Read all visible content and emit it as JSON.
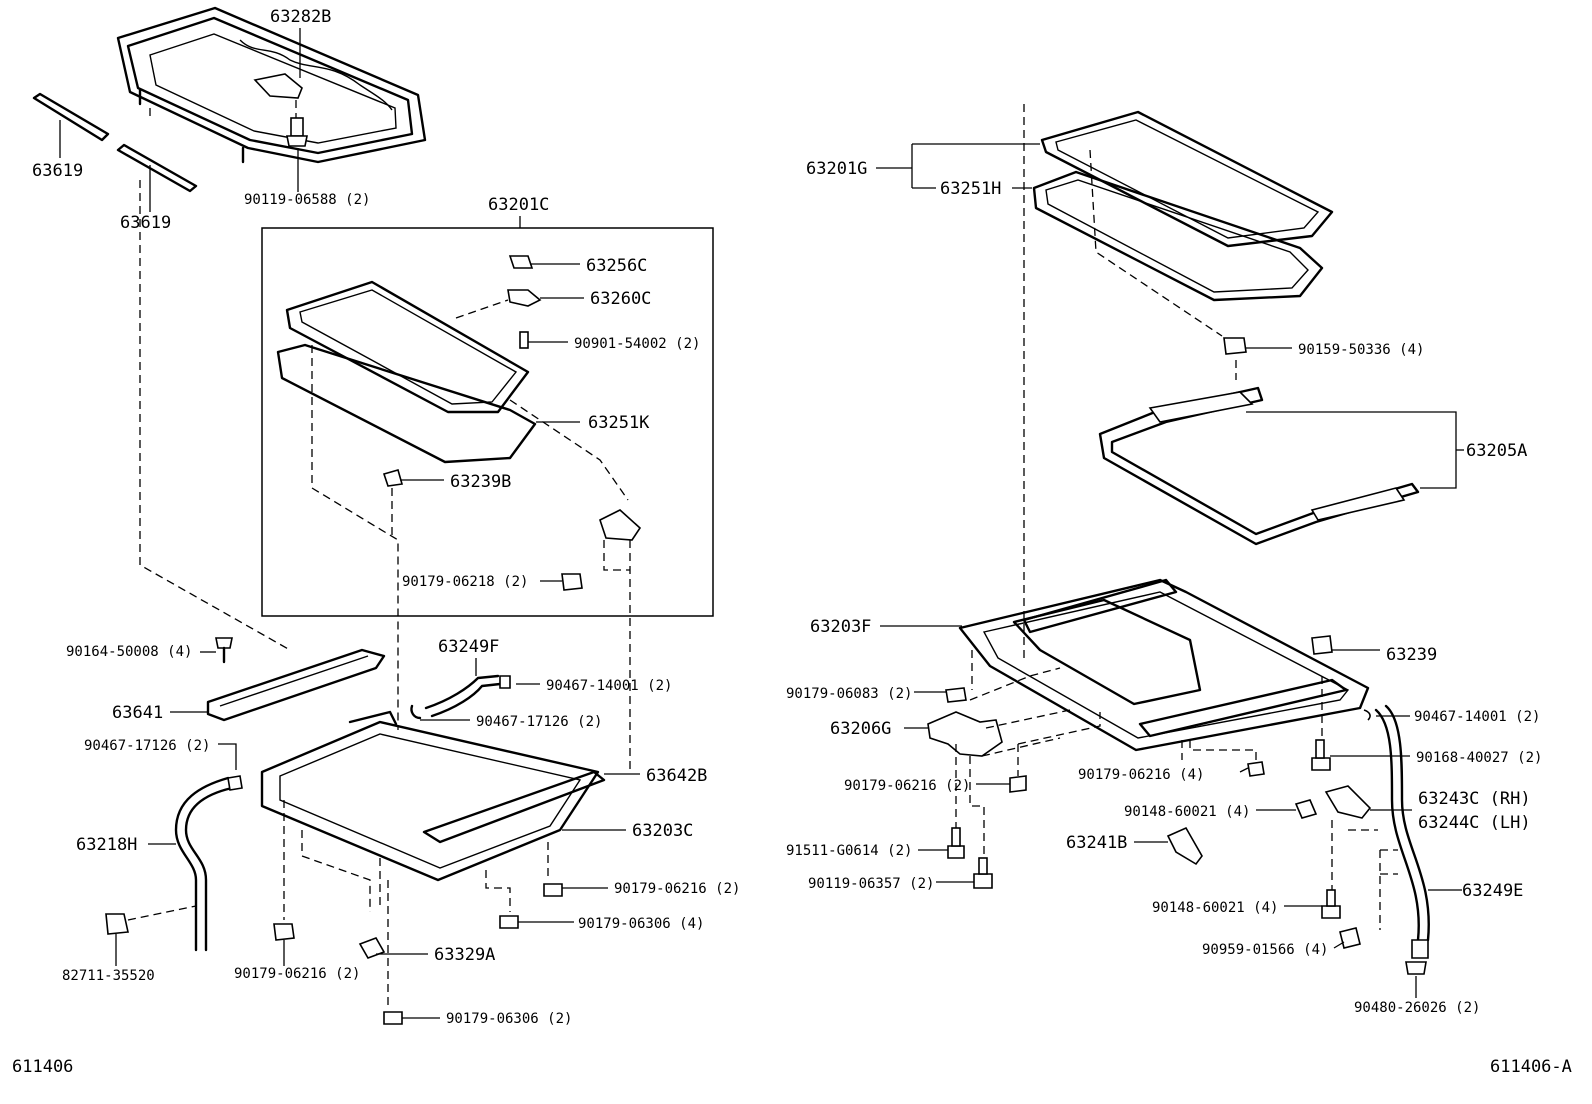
{
  "diagram_id_left": "611406",
  "diagram_id_right": "611406-A",
  "labels": {
    "p63282B": "63282B",
    "p63619a": "63619",
    "p63619b": "63619",
    "p90119_06588": "90119-06588 (2)",
    "p63201C": "63201C",
    "p63256C": "63256C",
    "p63260C": "63260C",
    "p90901_54002": "90901-54002 (2)",
    "p63251K": "63251K",
    "p63239B": "63239B",
    "p90179_06218": "90179-06218 (2)",
    "p90164_50008": "90164-50008 (4)",
    "p63249F": "63249F",
    "p90467_14001L": "90467-14001 (2)",
    "p63641": "63641",
    "p90467_17126a": "90467-17126 (2)",
    "p90467_17126b": "90467-17126 (2)",
    "p63642B": "63642B",
    "p63218H": "63218H",
    "p63203C": "63203C",
    "p90179_06216L": "90179-06216 (2)",
    "p90179_06306a": "90179-06306 (4)",
    "p82711_35520": "82711-35520",
    "p90179_06216L2": "90179-06216 (2)",
    "p63329A": "63329A",
    "p90179_06306b": "90179-06306 (2)",
    "p63201G": "63201G",
    "p63251H": "63251H",
    "p90159_50336": "90159-50336 (4)",
    "p63205A": "63205A",
    "p63203F": "63203F",
    "p63239": "63239",
    "p90179_06083": "90179-06083 (2)",
    "p90467_14001R": "90467-14001 (2)",
    "p63206G": "63206G",
    "p90179_06216R4": "90179-06216 (4)",
    "p90168_40027": "90168-40027 (2)",
    "p90179_06216R": "90179-06216 (2)",
    "p90148_60021a": "90148-60021 (4)",
    "p63243C": "63243C (RH)",
    "p63244C": "63244C (LH)",
    "p91511_G0614": "91511-G0614 (2)",
    "p63241B": "63241B",
    "p90119_06357": "90119-06357 (2)",
    "p63249E": "63249E",
    "p90148_60021b": "90148-60021 (4)",
    "p90959_01566": "90959-01566 (4)",
    "p90480_26026": "90480-26026 (2)"
  }
}
